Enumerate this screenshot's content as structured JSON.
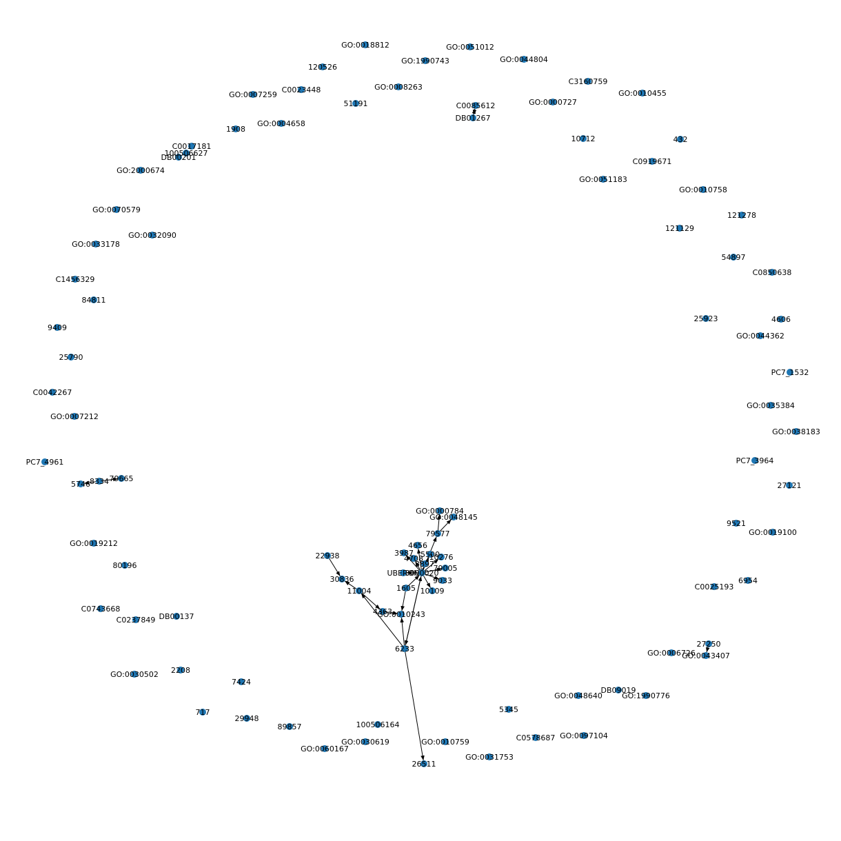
{
  "graph": {
    "node_color": "#1f77b4",
    "edge_color": "#000000",
    "nodes": [
      {
        "id": "GO:0018812"
      },
      {
        "id": "GO:0051012"
      },
      {
        "id": "GO:1990743"
      },
      {
        "id": "120526"
      },
      {
        "id": "GO:0044804"
      },
      {
        "id": "C0023448"
      },
      {
        "id": "GO:0008263"
      },
      {
        "id": "C3160759"
      },
      {
        "id": "GO:0007259"
      },
      {
        "id": "51191"
      },
      {
        "id": "GO:0010455"
      },
      {
        "id": "GO:0000727"
      },
      {
        "id": "C0085612"
      },
      {
        "id": "DB01267"
      },
      {
        "id": "1908"
      },
      {
        "id": "GO:0004658"
      },
      {
        "id": "10712"
      },
      {
        "id": "432"
      },
      {
        "id": "C0017181"
      },
      {
        "id": "100506627"
      },
      {
        "id": "DB00201"
      },
      {
        "id": "C0919671"
      },
      {
        "id": "GO:2000674"
      },
      {
        "id": "GO:0051183"
      },
      {
        "id": "GO:0010758"
      },
      {
        "id": "GO:0070579"
      },
      {
        "id": "121278"
      },
      {
        "id": "121129"
      },
      {
        "id": "GO:0032090"
      },
      {
        "id": "GO:0033178"
      },
      {
        "id": "54897"
      },
      {
        "id": "C1456329"
      },
      {
        "id": "C0850638"
      },
      {
        "id": "84811"
      },
      {
        "id": "25923"
      },
      {
        "id": "4606"
      },
      {
        "id": "9409"
      },
      {
        "id": "GO:0044362"
      },
      {
        "id": "25790"
      },
      {
        "id": "PC7_1532"
      },
      {
        "id": "C0042267"
      },
      {
        "id": "GO:0035384"
      },
      {
        "id": "GO:0007212"
      },
      {
        "id": "GO:0038183"
      },
      {
        "id": "PC7_4961"
      },
      {
        "id": "PC7_3964"
      },
      {
        "id": "8334"
      },
      {
        "id": "79665"
      },
      {
        "id": "5746"
      },
      {
        "id": "27121"
      },
      {
        "id": "GO:0000784"
      },
      {
        "id": "GO:0048145"
      },
      {
        "id": "79577"
      },
      {
        "id": "9521"
      },
      {
        "id": "GO:0019100"
      },
      {
        "id": "GO:0019212"
      },
      {
        "id": "4656"
      },
      {
        "id": "3987"
      },
      {
        "id": "5500"
      },
      {
        "id": "4708"
      },
      {
        "id": "10276"
      },
      {
        "id": "22938"
      },
      {
        "id": "79005"
      },
      {
        "id": "80196"
      },
      {
        "id": "UBERON"
      },
      {
        "id": "3000020"
      },
      {
        "id": "30836"
      },
      {
        "id": "9033"
      },
      {
        "id": "6954"
      },
      {
        "id": "1605"
      },
      {
        "id": "11004"
      },
      {
        "id": "10109"
      },
      {
        "id": "C0025193"
      },
      {
        "id": "C0743668"
      },
      {
        "id": "DB00137"
      },
      {
        "id": "C0237849"
      },
      {
        "id": "4363"
      },
      {
        "id": "GO:0010243"
      },
      {
        "id": "6233"
      },
      {
        "id": "27250"
      },
      {
        "id": "GO:0006726"
      },
      {
        "id": "GO:0043407"
      },
      {
        "id": "2208"
      },
      {
        "id": "GO:0030502"
      },
      {
        "id": "7424"
      },
      {
        "id": "DB09019"
      },
      {
        "id": "GO:0048640"
      },
      {
        "id": "GO:1990776"
      },
      {
        "id": "5345"
      },
      {
        "id": "717"
      },
      {
        "id": "29948"
      },
      {
        "id": "89857"
      },
      {
        "id": "100506164"
      },
      {
        "id": "C0578687"
      },
      {
        "id": "GO:0097104"
      },
      {
        "id": "GO:0030619"
      },
      {
        "id": "GO:0010759"
      },
      {
        "id": "GO:0060167"
      },
      {
        "id": "GO:0031753"
      },
      {
        "id": "26511"
      },
      {
        "id": "3897"
      }
    ],
    "edges": [
      {
        "source": "C0085612",
        "target": "DB01267"
      },
      {
        "source": "DB01267",
        "target": "C0085612"
      },
      {
        "source": "8334",
        "target": "5746"
      },
      {
        "source": "8334",
        "target": "79665"
      },
      {
        "source": "79577",
        "target": "GO:0000784"
      },
      {
        "source": "79577",
        "target": "GO:0048145"
      },
      {
        "source": "3000020",
        "target": "79577"
      },
      {
        "source": "3000020",
        "target": "4656"
      },
      {
        "source": "3000020",
        "target": "3987"
      },
      {
        "source": "3000020",
        "target": "5500"
      },
      {
        "source": "3000020",
        "target": "4708"
      },
      {
        "source": "3000020",
        "target": "10276"
      },
      {
        "source": "3000020",
        "target": "79005"
      },
      {
        "source": "3000020",
        "target": "UBERON"
      },
      {
        "source": "3000020",
        "target": "9033"
      },
      {
        "source": "3000020",
        "target": "10109"
      },
      {
        "source": "3000020",
        "target": "3897"
      },
      {
        "source": "1605",
        "target": "3000020"
      },
      {
        "source": "6233",
        "target": "3000020"
      },
      {
        "source": "3000020",
        "target": "6233"
      },
      {
        "source": "1605",
        "target": "GO:0010243"
      },
      {
        "source": "6233",
        "target": "GO:0010243"
      },
      {
        "source": "6233",
        "target": "11004"
      },
      {
        "source": "6233",
        "target": "26511"
      },
      {
        "source": "22938",
        "target": "30836"
      },
      {
        "source": "11004",
        "target": "30836"
      },
      {
        "source": "11004",
        "target": "4363"
      },
      {
        "source": "4363",
        "target": "GO:0010243"
      },
      {
        "source": "27250",
        "target": "GO:0043407"
      }
    ]
  }
}
